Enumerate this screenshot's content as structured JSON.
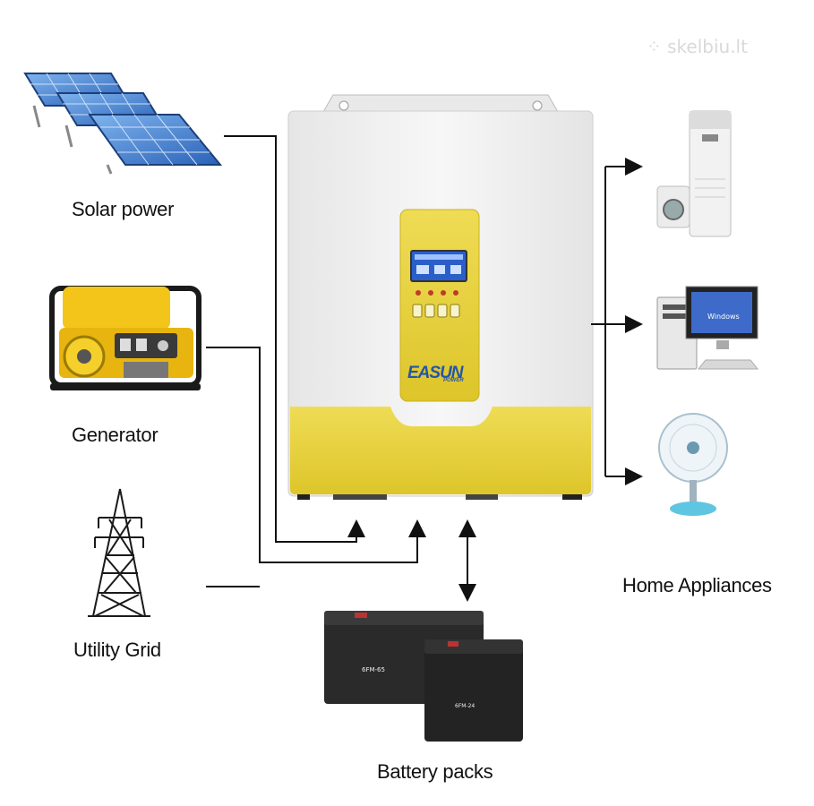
{
  "watermark": "skelbiu.lt",
  "sources": {
    "solar": "Solar power",
    "generator": "Generator",
    "grid": "Utility Grid"
  },
  "inverter": {
    "brand_main": "EASUN",
    "brand_sub": "POWER"
  },
  "battery": {
    "label": "Battery packs",
    "model_back": "6FM-65",
    "model_front": "6FM-24"
  },
  "appliances": {
    "label": "Home Appliances",
    "pc_screen_text": "Windows"
  },
  "colors": {
    "inverter_yellow": "#e8d23a",
    "inverter_body": "#f2f2f2",
    "line": "#111111",
    "solar_panel": "#2f73c9"
  }
}
